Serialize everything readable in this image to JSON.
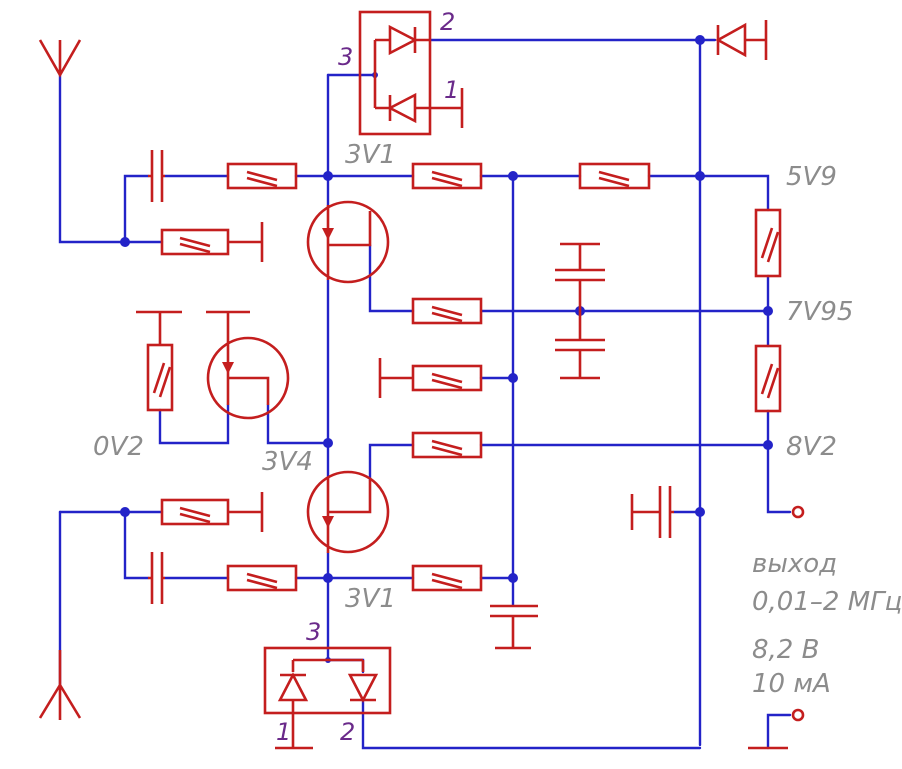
{
  "labels": {
    "v_top": "3V1",
    "v_bottom": "3V1",
    "v_mid": "3V4",
    "v_5v9": "5V9",
    "v_7v95": "7V95",
    "v_8v2": "8V2",
    "v_0v2": "0V2"
  },
  "pins": {
    "top_pin3": "3",
    "top_pin2": "2",
    "top_pin1": "1",
    "bot_pin3": "3",
    "bot_pin1": "1",
    "bot_pin2": "2"
  },
  "output": {
    "title": "выход",
    "range": "0,01–2 МГц",
    "voltage": "8,2 В",
    "current": "10 мА"
  },
  "colors": {
    "wire": "#2323c8",
    "component": "#c41e1e",
    "label": "#8c8c8c",
    "pin_label": "#6a2a8a"
  }
}
